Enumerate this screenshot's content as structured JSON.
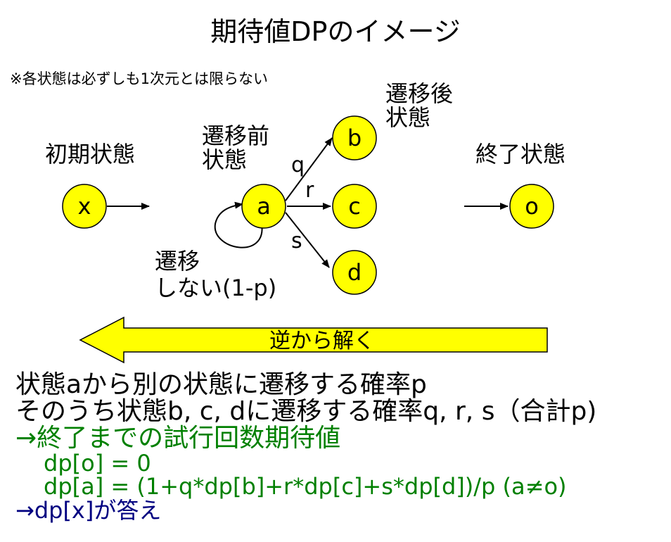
{
  "title": "期待値DPのイメージ",
  "note": "※各状態は必ずしも1次元とは限らない",
  "labels": {
    "initial": "初期状態",
    "before": [
      "遷移前",
      "状態"
    ],
    "after": [
      "遷移後",
      "状態"
    ],
    "end": "終了状態",
    "no_transition": [
      "遷移",
      "しない(1-p)"
    ]
  },
  "nodes": {
    "x": "x",
    "a": "a",
    "b": "b",
    "c": "c",
    "d": "d",
    "o": "o"
  },
  "edges": {
    "q": "q",
    "r": "r",
    "s": "s"
  },
  "big_arrow": {
    "label": "逆から解く",
    "fill": "#ffff00"
  },
  "node_fill": "#ffff00",
  "lines": {
    "line1": "状態aから別の状態に遷移する確率p",
    "line2": "そのうち状態b, c, dに遷移する確率q, r, s（合計p)",
    "line3": "→終了までの試行回数期待値",
    "line4": "dp[o] = 0",
    "line5": "dp[a] = (1+q*dp[b]+r*dp[c]+s*dp[d])/p (a≠o)",
    "line6": "→dp[x]が答え"
  },
  "colors": {
    "green": "#008000",
    "navy": "#000080"
  }
}
